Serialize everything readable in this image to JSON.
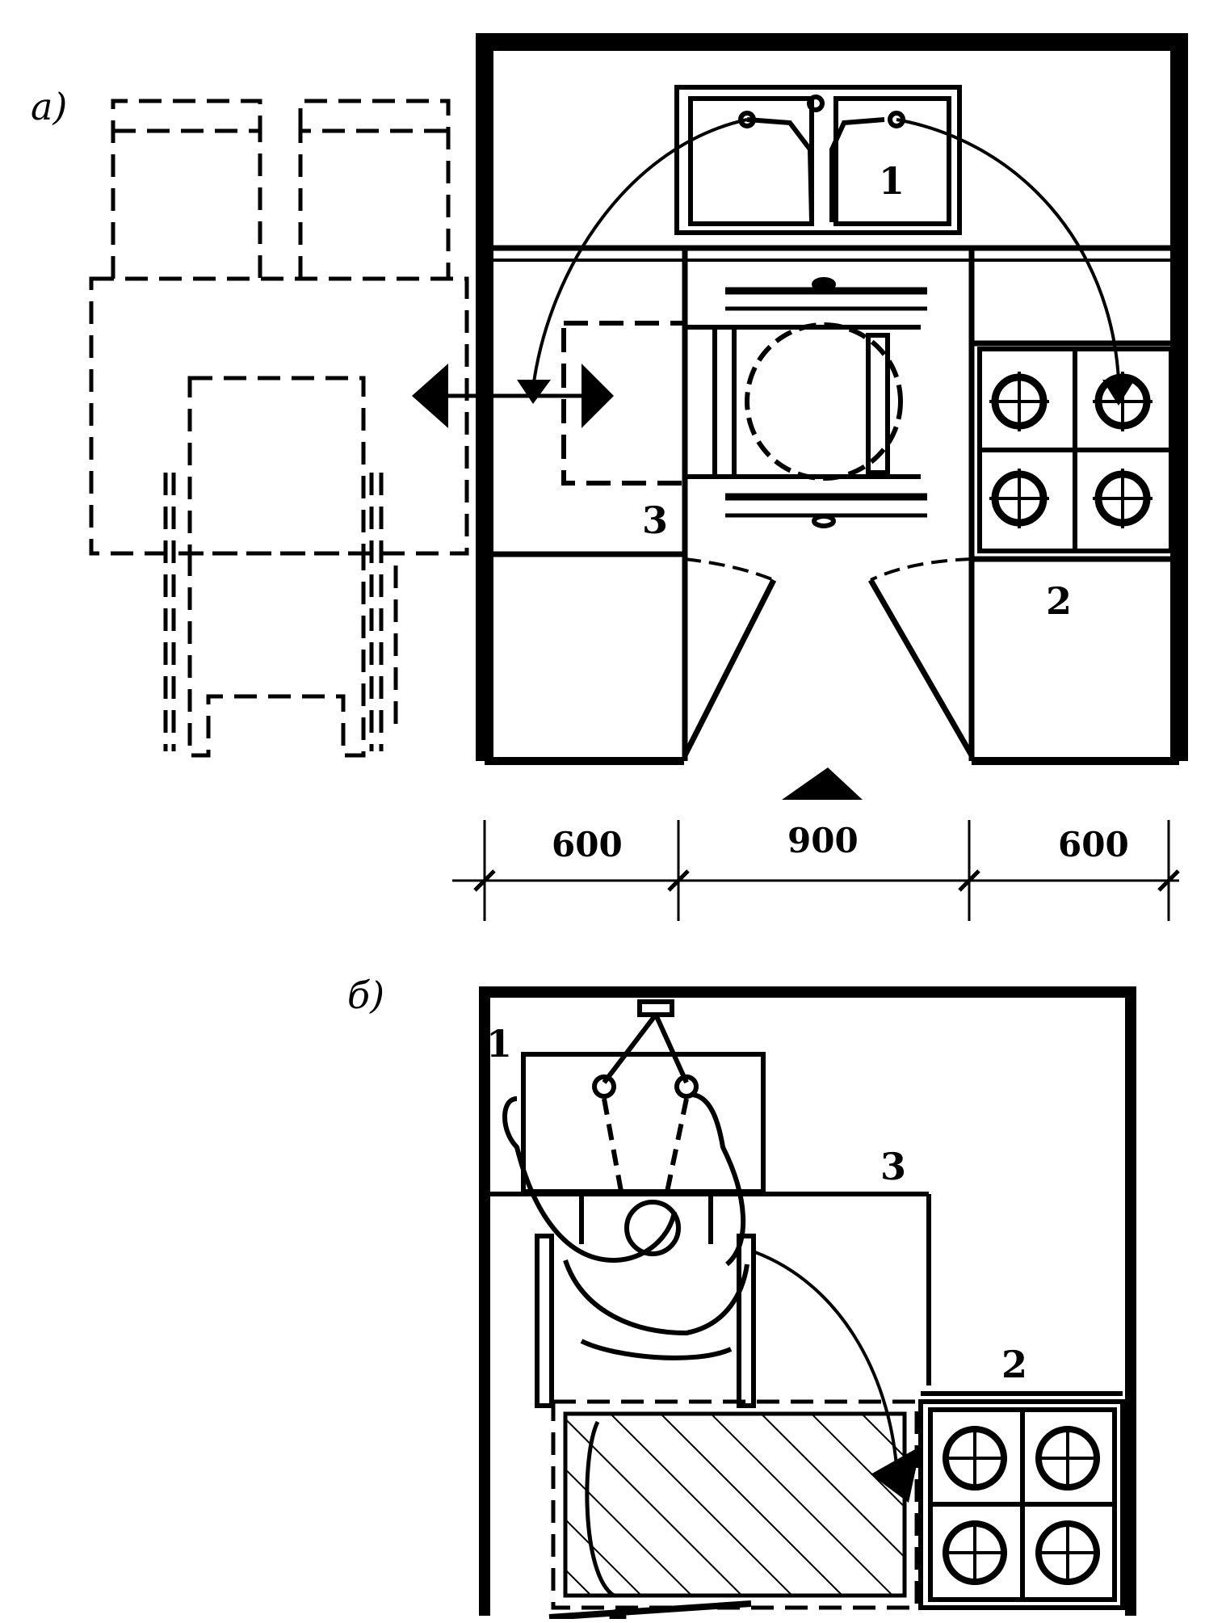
{
  "panel_a": {
    "label": "а)",
    "markers": {
      "sink": "1",
      "stove": "2",
      "counter": "3"
    },
    "dimensions": [
      "600",
      "900",
      "600"
    ]
  },
  "panel_b": {
    "label": "б)",
    "markers": {
      "sink": "1",
      "stove": "2",
      "counter": "3"
    }
  },
  "colors": {
    "ink": "#000000",
    "paper": "#ffffff"
  }
}
